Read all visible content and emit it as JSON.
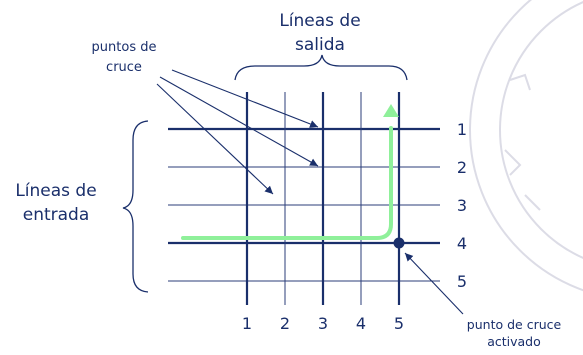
{
  "output_lines_label": [
    "Líneas de",
    "salida"
  ],
  "input_lines_label": [
    "Líneas de",
    "entrada"
  ],
  "crosspoints_label": [
    "puntos de",
    "cruce"
  ],
  "activated_crosspoint_label": [
    "punto de cruce",
    "activado"
  ],
  "row_numbers": [
    "1",
    "2",
    "3",
    "4",
    "5"
  ],
  "column_numbers": [
    "1",
    "2",
    "3",
    "4",
    "5"
  ],
  "colors": {
    "text": "#1a2f6b",
    "line_thin": "#2b3d7a",
    "line_thick": "#1a2f6b",
    "path": "#8ff09a",
    "pointer": "#1a2f6b",
    "watermark": "#dcdce6"
  },
  "activated": {
    "row": "4",
    "column": "5"
  }
}
